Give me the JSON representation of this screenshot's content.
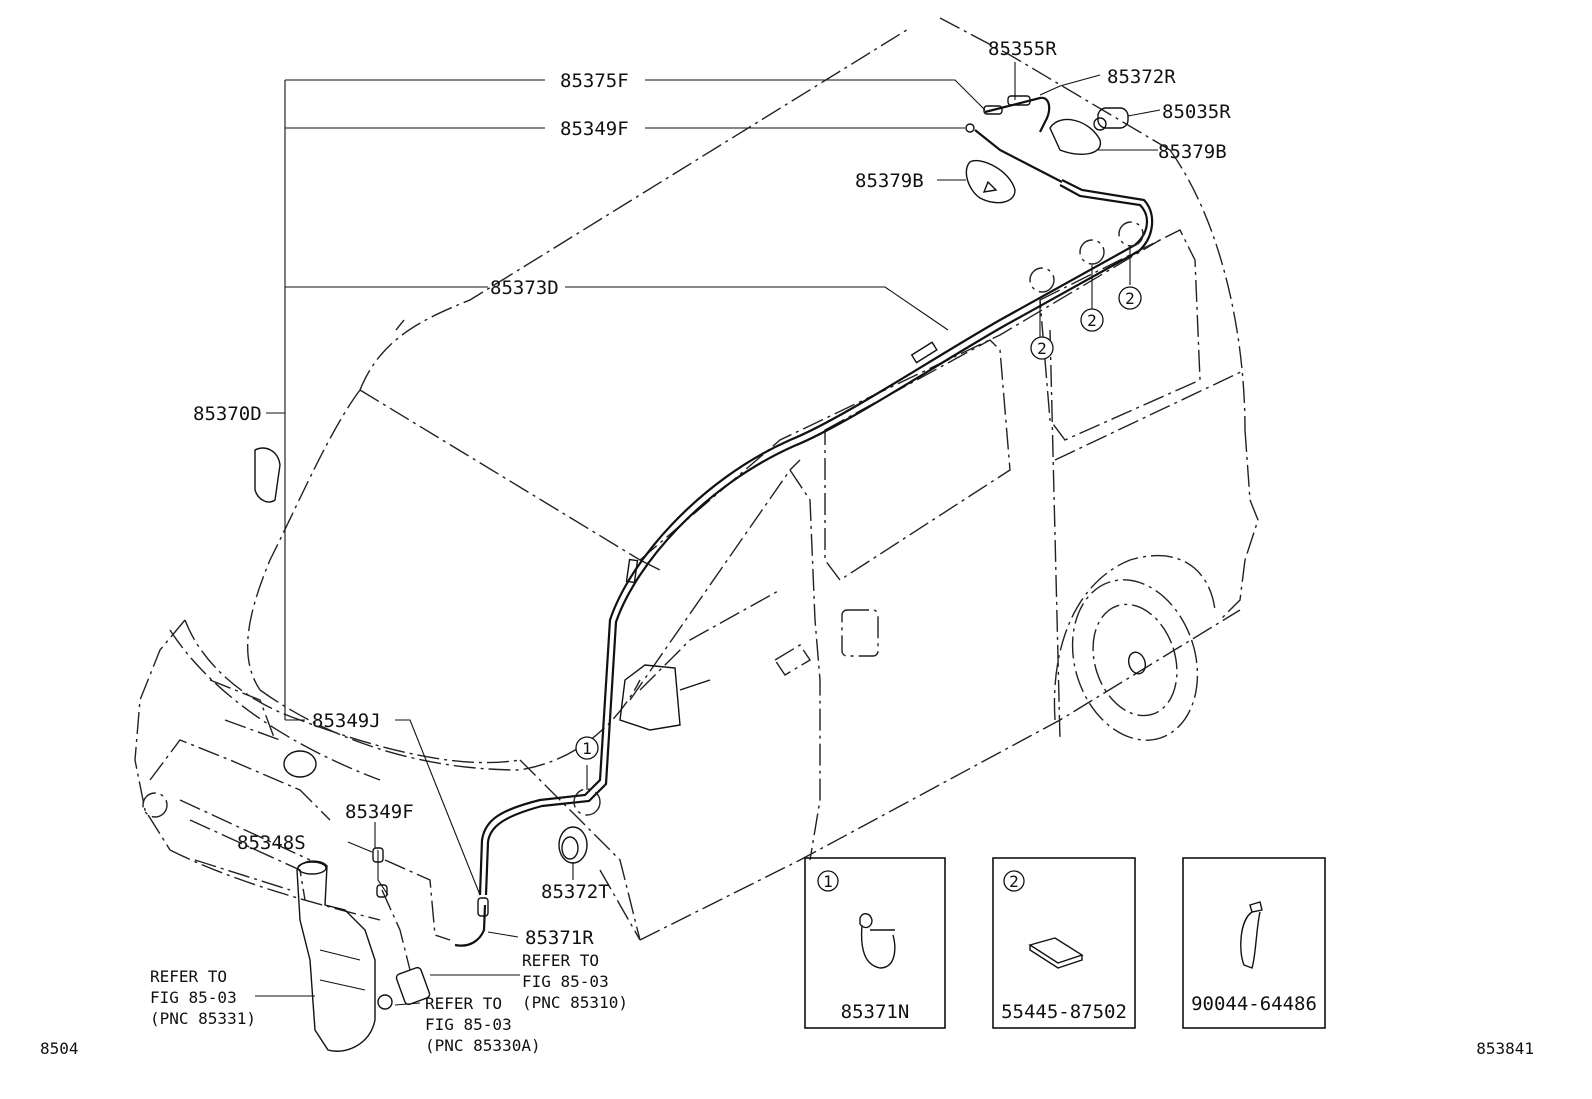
{
  "callouts": {
    "p85355R": "85355R",
    "p85375F": "85375F",
    "p85372R": "85372R",
    "p85035R": "85035R",
    "p85349F_top": "85349F",
    "p85379B_right": "85379B",
    "p85379B_left": "85379B",
    "p85373D": "85373D",
    "p85370D": "85370D",
    "p85349J": "85349J",
    "p85349F_low": "85349F",
    "p85348S": "85348S",
    "p85372T": "85372T",
    "p85371R": "85371R"
  },
  "references": {
    "tank": [
      "REFER TO",
      "FIG 85-03",
      "(PNC 85331)"
    ],
    "motor": [
      "REFER TO",
      "FIG 85-03",
      "(PNC 85310)"
    ],
    "grommet": [
      "REFER TO",
      "FIG 85-03",
      "(PNC 85330A)"
    ]
  },
  "markers": {
    "one": "1",
    "two": "2"
  },
  "detail_boxes": [
    {
      "marker": "1",
      "part": "85371N"
    },
    {
      "marker": "2",
      "part": "55445-87502"
    },
    {
      "marker": "",
      "part": "90044-64486"
    }
  ],
  "corners": {
    "left": "8504",
    "right": "853841"
  }
}
